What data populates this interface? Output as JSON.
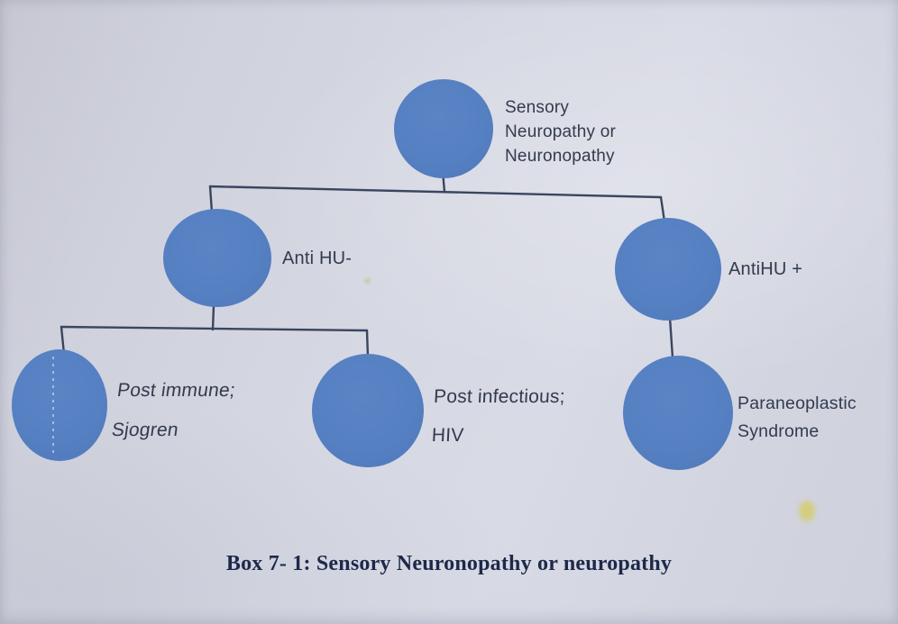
{
  "page": {
    "caption": "Box 7- 1: Sensory Neuronopathy or neuropathy"
  },
  "diagram": {
    "nodes": {
      "root": {
        "label": "Sensory\nNeuropathy or\nNeuronopathy"
      },
      "anti_hu_neg": {
        "label": "Anti HU-"
      },
      "anti_hu_pos": {
        "label": "AntiHU +"
      },
      "post_immune": {
        "label": "Post immune;\nSjogren"
      },
      "post_infectious": {
        "label": "Post infectious;\nHIV"
      },
      "paraneoplastic": {
        "label": "Paraneoplastic\nSyndrome"
      }
    },
    "colors": {
      "node_fill": "#5580c2",
      "connector_line": "#3a455f",
      "label_text": "#333b4e",
      "caption_text": "#1d2949",
      "paper_background": "#d4d6e2"
    }
  }
}
